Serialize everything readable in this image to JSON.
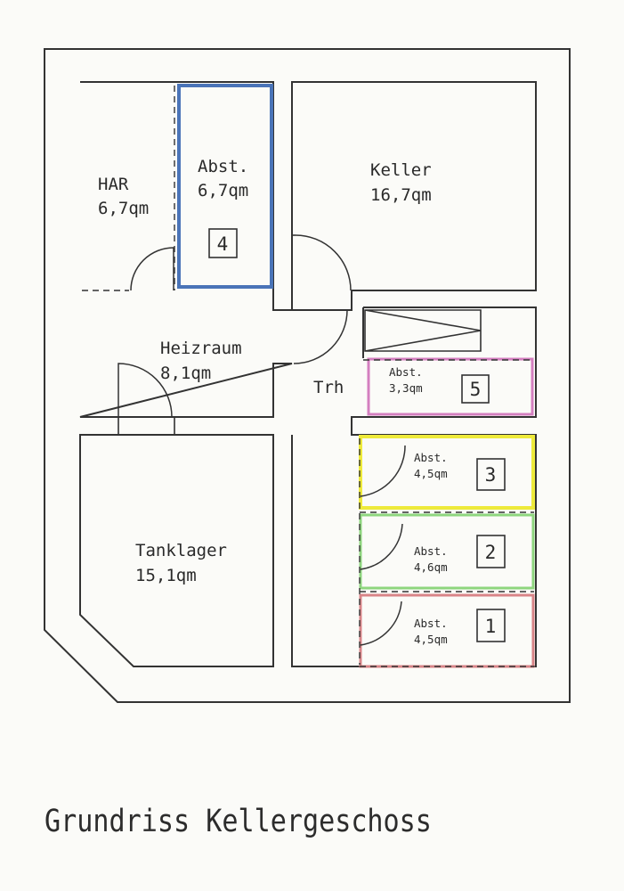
{
  "colors": {
    "abst4": "#4a74b8",
    "abst5": "#d47fc0",
    "abst3": "#eeea3a",
    "abst2": "#8ed67e",
    "abst1": "#d98488"
  },
  "rooms": {
    "har": {
      "name": "HAR",
      "area": "6,7qm"
    },
    "abst4": {
      "name": "Abst.",
      "area": "6,7qm",
      "number": "4"
    },
    "keller": {
      "name": "Keller",
      "area": "16,7qm"
    },
    "heizraum": {
      "name": "Heizraum",
      "area": "8,1qm"
    },
    "trh": {
      "name": "Trh"
    },
    "abst5": {
      "name": "Abst.",
      "area": "3,3qm",
      "number": "5"
    },
    "abst3": {
      "name": "Abst.",
      "area": "4,5qm",
      "number": "3"
    },
    "abst2": {
      "name": "Abst.",
      "area": "4,6qm",
      "number": "2"
    },
    "abst1": {
      "name": "Abst.",
      "area": "4,5qm",
      "number": "1"
    },
    "tanklager": {
      "name": "Tanklager",
      "area": "15,1qm"
    }
  },
  "caption": "Grundriss Kellergeschoss"
}
